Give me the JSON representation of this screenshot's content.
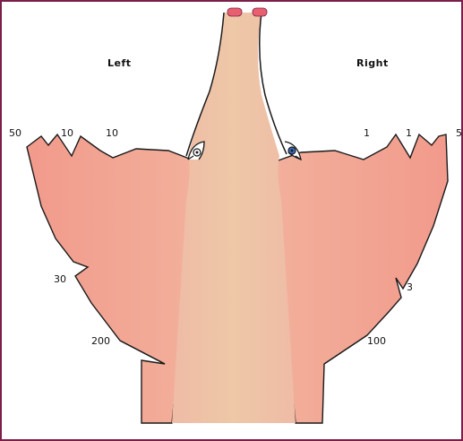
{
  "headings": {
    "left": "Left",
    "right": "Right"
  },
  "left_labels": [
    "50",
    "10",
    "10",
    "30",
    "200"
  ],
  "right_labels": [
    "1",
    "1",
    "5",
    "3",
    "100"
  ],
  "colors": {
    "frame": "#7a1f47",
    "wings": "#f2a393",
    "body": "#f0c2ad",
    "body_center": "#efc7a9",
    "outline": "#1a1a1a",
    "nose_pad": "#e8606f",
    "eye_iris": "#3a70c8"
  }
}
